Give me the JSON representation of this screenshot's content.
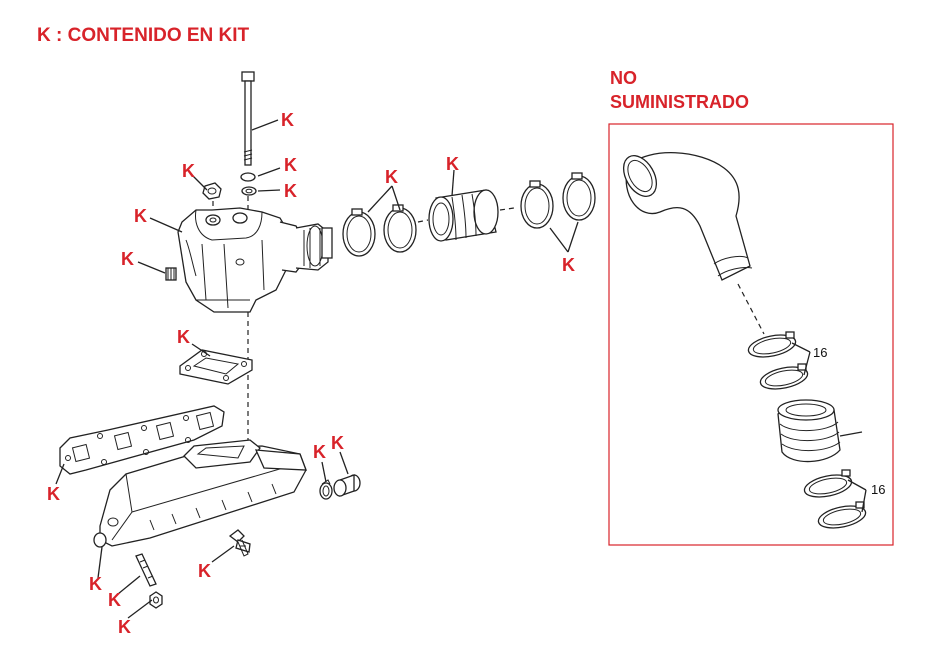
{
  "legend": {
    "text": "K : CONTENIDO EN KIT"
  },
  "not_supplied": {
    "line1": "NO",
    "line2": "SUMINISTRADO"
  },
  "kit_marker": "K",
  "ref_number": "16",
  "colors": {
    "accent": "#d8232a",
    "ink": "#222222",
    "background": "#ffffff"
  }
}
